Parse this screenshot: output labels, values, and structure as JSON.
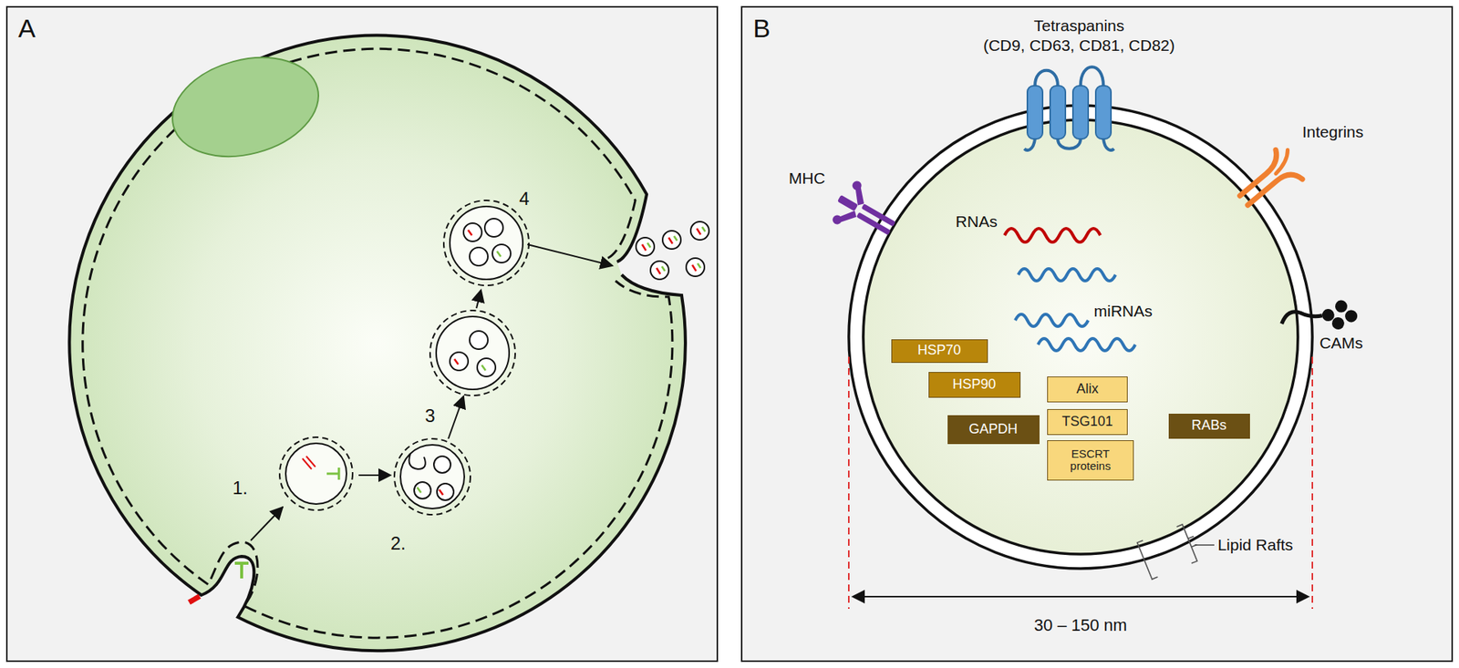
{
  "diagram": {
    "nodes": [
      {
        "text": [
          "A"
        ]
      },
      {
        "text": [
          "B"
        ]
      },
      {
        "text": [
          "HSP70"
        ],
        "in": 1
      },
      {
        "text": [
          "HSP90"
        ],
        "in": 1
      },
      {
        "text": [
          "GAPDH"
        ],
        "in": 1
      },
      {
        "text": [
          "Alix"
        ],
        "in": 1
      },
      {
        "text": [
          "TSG101"
        ],
        "in": 1
      },
      {
        "text": [
          "ESCRT proteins"
        ],
        "in": 1
      },
      {
        "text": [
          "RABs"
        ],
        "in": 1
      }
    ],
    "labels": [
      "1.",
      "2.",
      "3",
      "4",
      "Tetraspanins",
      "(CD9, CD63, CD81, CD82)",
      "Integrins",
      "MHC",
      "RNAs",
      "miRNAs",
      "CAMs",
      "Lipid Rafts",
      "30 – 150 nm"
    ]
  }
}
